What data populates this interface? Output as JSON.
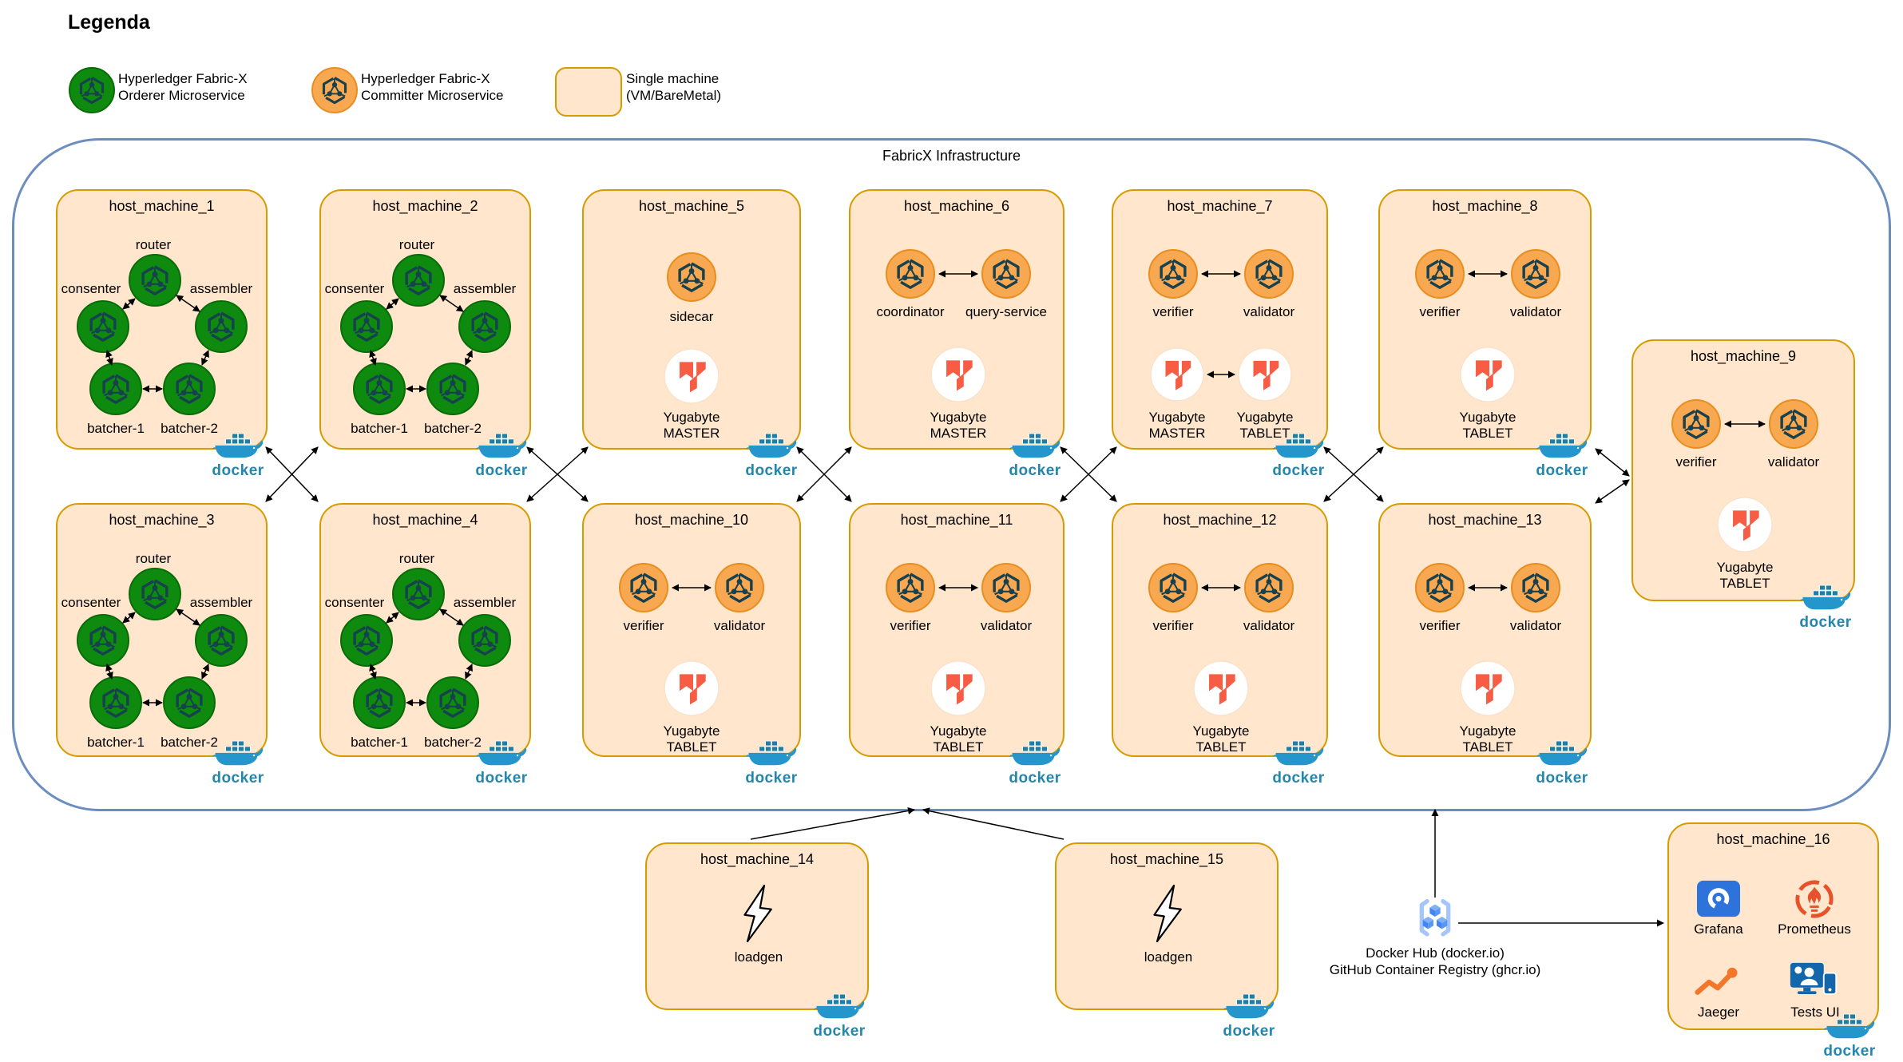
{
  "legend": {
    "title": "Legenda",
    "items": [
      {
        "icon": "orderer-circle",
        "line1": "Hyperledger Fabric-X",
        "line2": "Orderer Microservice"
      },
      {
        "icon": "committer-circle",
        "line1": "Hyperledger Fabric-X",
        "line2": "Committer Microservice"
      },
      {
        "icon": "machine-box",
        "line1": "Single machine",
        "line2": "(VM/BareMetal)"
      }
    ]
  },
  "infrastructure": {
    "title": "FabricX Infrastructure"
  },
  "docker_label": "docker",
  "registry": {
    "line1": "Docker Hub (docker.io)",
    "line2": "GitHub Container Registry (ghcr.io)"
  },
  "machines": {
    "hm1": {
      "title": "host_machine_1",
      "router": "router",
      "consenter": "consenter",
      "assembler": "assembler",
      "batcher1": "batcher-1",
      "batcher2": "batcher-2"
    },
    "hm2": {
      "title": "host_machine_2",
      "router": "router",
      "consenter": "consenter",
      "assembler": "assembler",
      "batcher1": "batcher-1",
      "batcher2": "batcher-2"
    },
    "hm3": {
      "title": "host_machine_3",
      "router": "router",
      "consenter": "consenter",
      "assembler": "assembler",
      "batcher1": "batcher-1",
      "batcher2": "batcher-2"
    },
    "hm4": {
      "title": "host_machine_4",
      "router": "router",
      "consenter": "consenter",
      "assembler": "assembler",
      "batcher1": "batcher-1",
      "batcher2": "batcher-2"
    },
    "hm5": {
      "title": "host_machine_5",
      "service": "sidecar",
      "db_line1": "Yugabyte",
      "db_line2": "MASTER"
    },
    "hm6": {
      "title": "host_machine_6",
      "service1": "coordinator",
      "service2": "query-service",
      "db_line1": "Yugabyte",
      "db_line2": "MASTER"
    },
    "hm7": {
      "title": "host_machine_7",
      "service1": "verifier",
      "service2": "validator",
      "db1_line1": "Yugabyte",
      "db1_line2": "MASTER",
      "db2_line1": "Yugabyte",
      "db2_line2": "TABLET"
    },
    "hm8": {
      "title": "host_machine_8",
      "service1": "verifier",
      "service2": "validator",
      "db_line1": "Yugabyte",
      "db_line2": "TABLET"
    },
    "hm9": {
      "title": "host_machine_9",
      "service1": "verifier",
      "service2": "validator",
      "db_line1": "Yugabyte",
      "db_line2": "TABLET"
    },
    "hm10": {
      "title": "host_machine_10",
      "service1": "verifier",
      "service2": "validator",
      "db_line1": "Yugabyte",
      "db_line2": "TABLET"
    },
    "hm11": {
      "title": "host_machine_11",
      "service1": "verifier",
      "service2": "validator",
      "db_line1": "Yugabyte",
      "db_line2": "TABLET"
    },
    "hm12": {
      "title": "host_machine_12",
      "service1": "verifier",
      "service2": "validator",
      "db_line1": "Yugabyte",
      "db_line2": "TABLET"
    },
    "hm13": {
      "title": "host_machine_13",
      "service1": "verifier",
      "service2": "validator",
      "db_line1": "Yugabyte",
      "db_line2": "TABLET"
    },
    "hm14": {
      "title": "host_machine_14",
      "service": "loadgen"
    },
    "hm15": {
      "title": "host_machine_15",
      "service": "loadgen"
    },
    "hm16": {
      "title": "host_machine_16",
      "tools": [
        {
          "name": "Grafana"
        },
        {
          "name": "Prometheus"
        },
        {
          "name": "Jaeger"
        },
        {
          "name": "Tests UI"
        }
      ]
    }
  },
  "icons": {
    "fabric-knot": "hyperledger-fabric-logo",
    "yugabyte": "yugabyte-db-logo",
    "docker-whale": "docker-logo",
    "bolt": "load-generator",
    "registry-cubes": "container-registry",
    "grafana": "grafana-logo",
    "prometheus": "prometheus-logo",
    "jaeger": "jaeger-trace-line",
    "tests-ui": "tests-ui-monitor"
  },
  "colors": {
    "machine_fill": "#FFE6CC",
    "machine_border": "#D79B00",
    "infra_border": "#6C8EBF",
    "orderer_green": "#0E8A0E",
    "committer_orange": "#F9A852",
    "committer_border": "#E88E1E",
    "yugabyte_red": "#F75C44",
    "docker_blue": "#2496CB",
    "docker_text": "#2386AD",
    "knot_dark": "#17414F",
    "grafana_blue": "#2E72DC",
    "prometheus_orange": "#E6522C",
    "jaeger_orange": "#F4762B",
    "testsui_blue": "#1266A9",
    "registry_blue": "#4285F4"
  }
}
